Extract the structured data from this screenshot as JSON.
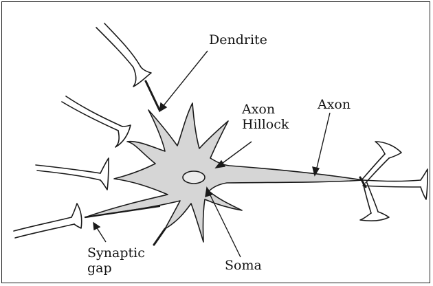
{
  "diagram": {
    "labels": {
      "dendrite": "Dendrite",
      "axon_hillock_line1": "Axon",
      "axon_hillock_line2": "Hillock",
      "axon": "Axon",
      "synaptic_gap_line1": "Synaptic",
      "synaptic_gap_line2": "gap",
      "soma": "Soma"
    },
    "colors": {
      "cell_fill": "#d6d6d6",
      "stroke": "#1a1a1a",
      "background": "#ffffff"
    }
  }
}
